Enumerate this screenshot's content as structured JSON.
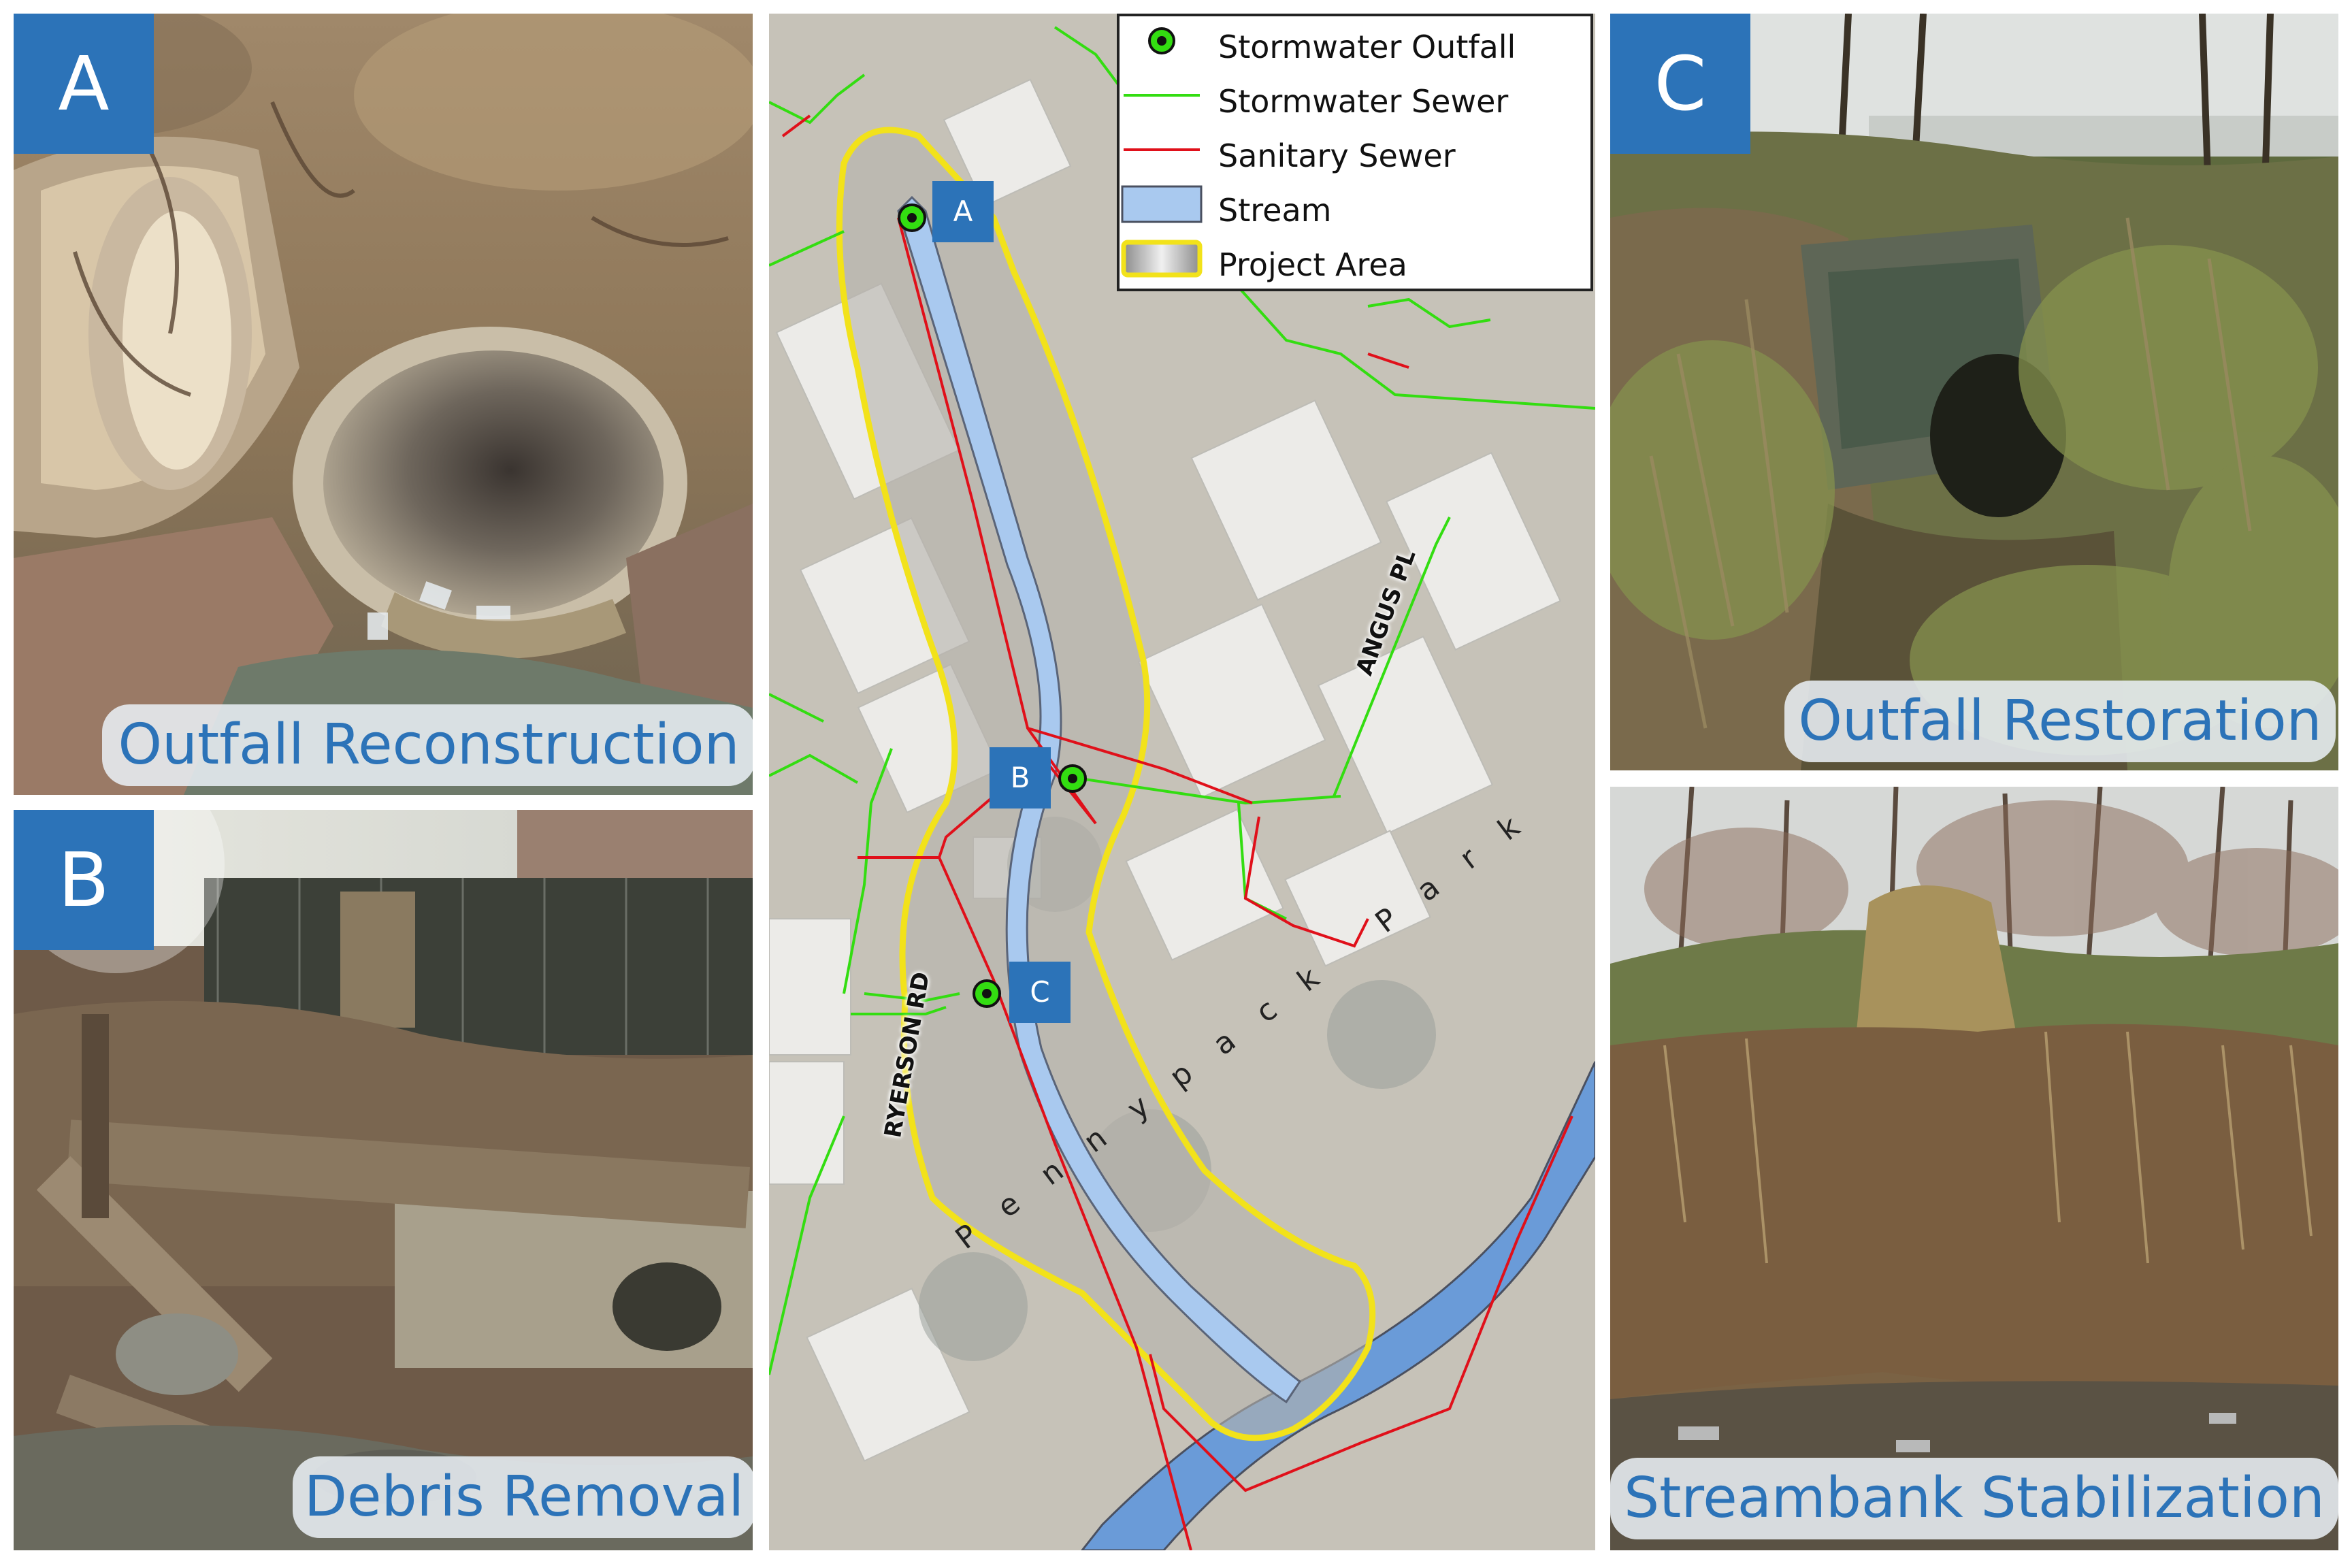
{
  "panels": {
    "a": {
      "tag": "A",
      "caption": "Outfall Reconstruction"
    },
    "b": {
      "tag": "B",
      "caption": "Debris Removal"
    },
    "c": {
      "tag": "C",
      "caption": "Outfall Restoration"
    },
    "d": {
      "caption": "Streambank Stabilization"
    }
  },
  "legend": {
    "items": [
      {
        "label": "Stormwater Outfall"
      },
      {
        "label": "Stormwater Sewer",
        "color": "#33dd11"
      },
      {
        "label": "Sanitary Sewer",
        "color": "#e0101a"
      },
      {
        "label": "Stream",
        "color": "#a9c9ef"
      },
      {
        "label": "Project Area",
        "color": "#f2e21a"
      }
    ]
  },
  "map": {
    "markers": [
      {
        "label": "A"
      },
      {
        "label": "B"
      },
      {
        "label": "C"
      }
    ],
    "roads": {
      "ryerson": "RYERSON RD",
      "angus": "ANGUS PL"
    },
    "park": "Pennypack Park"
  },
  "colors": {
    "tag_blue": "#2c73b8",
    "stream": "#a9c9ef",
    "creek": "#6a9bd8",
    "storm_sewer": "#33dd11",
    "sanitary_sewer": "#e0101a",
    "project_area": "#f2e21a"
  }
}
